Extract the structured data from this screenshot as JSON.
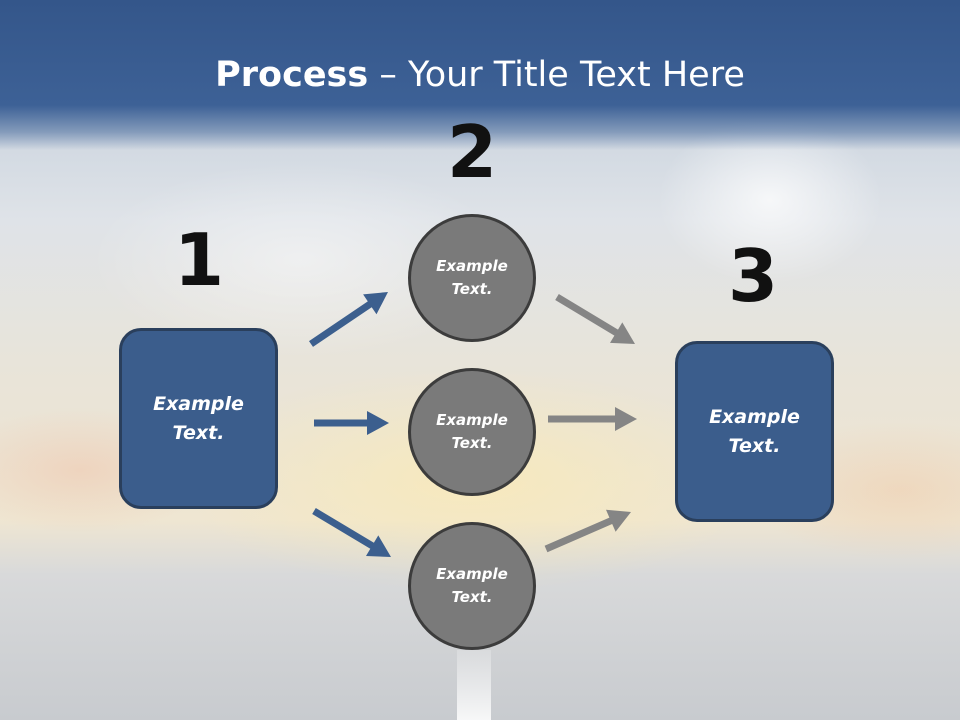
{
  "title": {
    "bold": "Process",
    "rest": " – Your Title Text Here"
  },
  "steps": [
    {
      "number": "1",
      "text": "Example\nText."
    },
    {
      "number": "2",
      "texts": [
        "Example\nText.",
        "Example\nText.",
        "Example\nText."
      ]
    },
    {
      "number": "3",
      "text": "Example\nText."
    }
  ],
  "colors": {
    "blue_fill": "#3b5d8c",
    "gray_fill": "#7a7a7a",
    "blue_arrow": "#3c5f8e",
    "gray_arrow": "#858585"
  }
}
